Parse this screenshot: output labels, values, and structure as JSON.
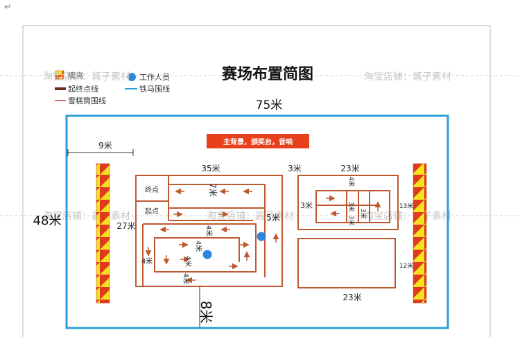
{
  "doc_mark": "↵",
  "title": "赛场布置简图",
  "legend": [
    {
      "icon": "barrier-swatch-icon",
      "label": "隔离"
    },
    {
      "icon": "staff-dot-icon",
      "label": "工作人员"
    },
    {
      "icon": "start-line-swatch-icon",
      "label": "起终点线"
    },
    {
      "icon": "iron-fence-line-icon",
      "label": "铁马围线"
    },
    {
      "icon": "cone-line-icon",
      "label": "雪糕筒围线"
    }
  ],
  "stage_label": "主背景，颁奖台，音响",
  "watermark": "淘宝店铺：酱子素材",
  "colors": {
    "frame": "#2a9fd6",
    "course": "#c0582f",
    "staff": "#2e86de",
    "stage": "#e8401c",
    "barrier_red": "#e03a1e",
    "barrier_yellow": "#f6e21c",
    "cone_line": "#e06a6a"
  },
  "zones": {
    "finish": "终点",
    "start": "起点"
  },
  "dimensions": {
    "total_width": "75米",
    "total_height": "48米",
    "side_gap": "9米",
    "left_course_width": "35米",
    "middle_gap": "3米",
    "right_course_width_top": "23米",
    "right_course_width_bottom": "23米",
    "left_course_height": "27米",
    "vertical_clear": "8米",
    "lane_7": "7米",
    "lane_5": "5米",
    "lane_4_a": "4米",
    "lane_4_b": "4米",
    "lane_4_c": "4米",
    "lane_4_d": "4米",
    "lane_4_e": "4米",
    "lane_3_a": "3米",
    "lane_4_right": "4米",
    "lane_3_right_a": "3米",
    "lane_3_right_b": "3米",
    "lane_3_right_c": "3米",
    "side_13": "13米",
    "side_12": "12米"
  }
}
